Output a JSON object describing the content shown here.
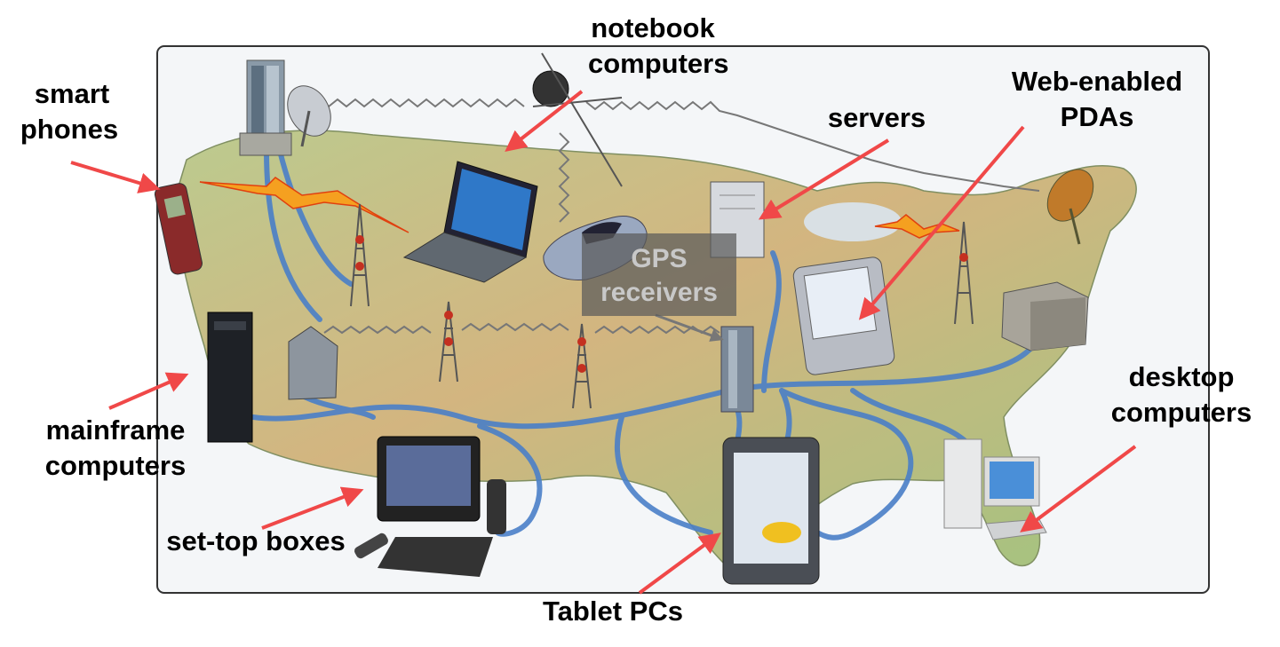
{
  "labels": {
    "notebook_line1": "notebook",
    "notebook_line2": "computers",
    "smart_line1": "smart",
    "smart_line2": "phones",
    "servers": "servers",
    "pda_line1": "Web-enabled",
    "pda_line2": "PDAs",
    "gps_line1": "GPS",
    "gps_line2": "receivers",
    "desktop_line1": "desktop",
    "desktop_line2": "computers",
    "mainframe_line1": "mainframe",
    "mainframe_line2": "computers",
    "settop": "set-top boxes",
    "tablet": "Tablet PCs"
  },
  "colors": {
    "arrow": "#f04848",
    "cable": "#4a7fc8",
    "land": "#c9c07a",
    "frame": "#333333"
  }
}
